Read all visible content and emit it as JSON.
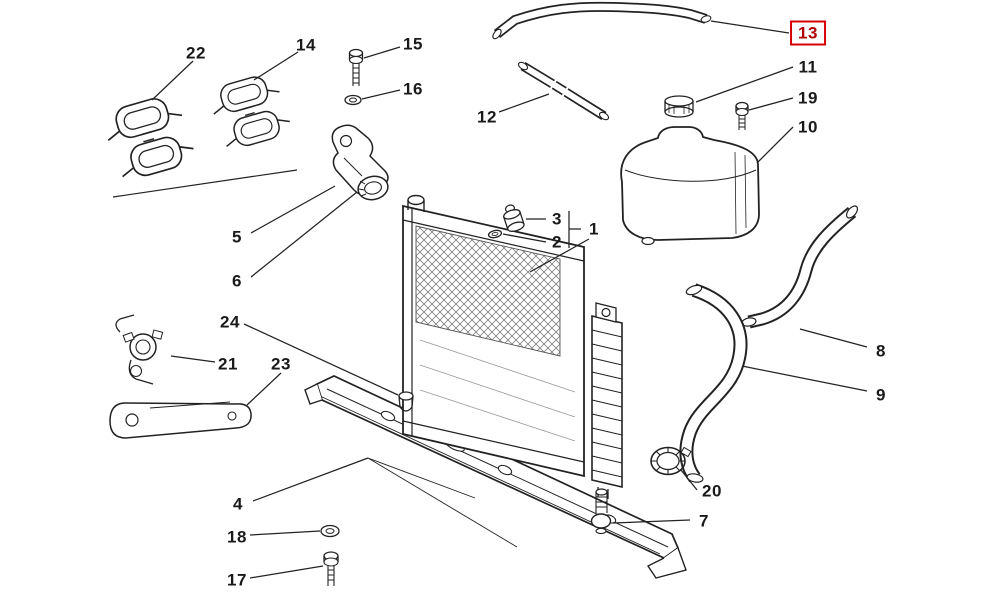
{
  "diagram": {
    "highlighted_part": "13",
    "colors": {
      "background": "#ffffff",
      "line": "#222222",
      "label_text": "#1a1a1a",
      "highlight_box": "#d40000",
      "highlight_text": "#b00000"
    },
    "labels": {
      "1": "1",
      "2": "2",
      "3": "3",
      "4": "4",
      "5": "5",
      "6": "6",
      "7": "7",
      "8": "8",
      "9": "9",
      "10": "10",
      "11": "11",
      "12": "12",
      "13": "13",
      "14": "14",
      "15": "15",
      "16": "16",
      "17": "17",
      "18": "18",
      "19": "19",
      "20": "20",
      "21": "21",
      "22": "22",
      "23": "23",
      "24": "24"
    },
    "parts": [
      {
        "number": "1",
        "icon": "radiator-icon"
      },
      {
        "number": "2",
        "icon": "seal-ring-icon"
      },
      {
        "number": "3",
        "icon": "sensor-plug-icon"
      },
      {
        "number": "4",
        "icon": "lower-crossmember-icon"
      },
      {
        "number": "5",
        "icon": "mount-bracket-icon"
      },
      {
        "number": "6",
        "icon": "grommet-icon"
      },
      {
        "number": "7",
        "icon": "drain-plug-icon"
      },
      {
        "number": "8",
        "icon": "upper-hose-icon"
      },
      {
        "number": "9",
        "icon": "lower-hose-icon"
      },
      {
        "number": "10",
        "icon": "expansion-tank-icon"
      },
      {
        "number": "11",
        "icon": "tank-cap-icon"
      },
      {
        "number": "12",
        "icon": "small-hose-icon"
      },
      {
        "number": "13",
        "icon": "overflow-hose-icon"
      },
      {
        "number": "14",
        "icon": "clamp-pair-icon"
      },
      {
        "number": "15",
        "icon": "bolt-icon"
      },
      {
        "number": "16",
        "icon": "washer-icon"
      },
      {
        "number": "17",
        "icon": "bolt-icon"
      },
      {
        "number": "18",
        "icon": "washer-icon"
      },
      {
        "number": "19",
        "icon": "bolt-icon"
      },
      {
        "number": "20",
        "icon": "hose-clamp-icon"
      },
      {
        "number": "21",
        "icon": "bracket-clamp-icon"
      },
      {
        "number": "22",
        "icon": "clamp-pair-icon"
      },
      {
        "number": "23",
        "icon": "support-arm-icon"
      },
      {
        "number": "24",
        "icon": "mount-stud-icon"
      }
    ]
  }
}
